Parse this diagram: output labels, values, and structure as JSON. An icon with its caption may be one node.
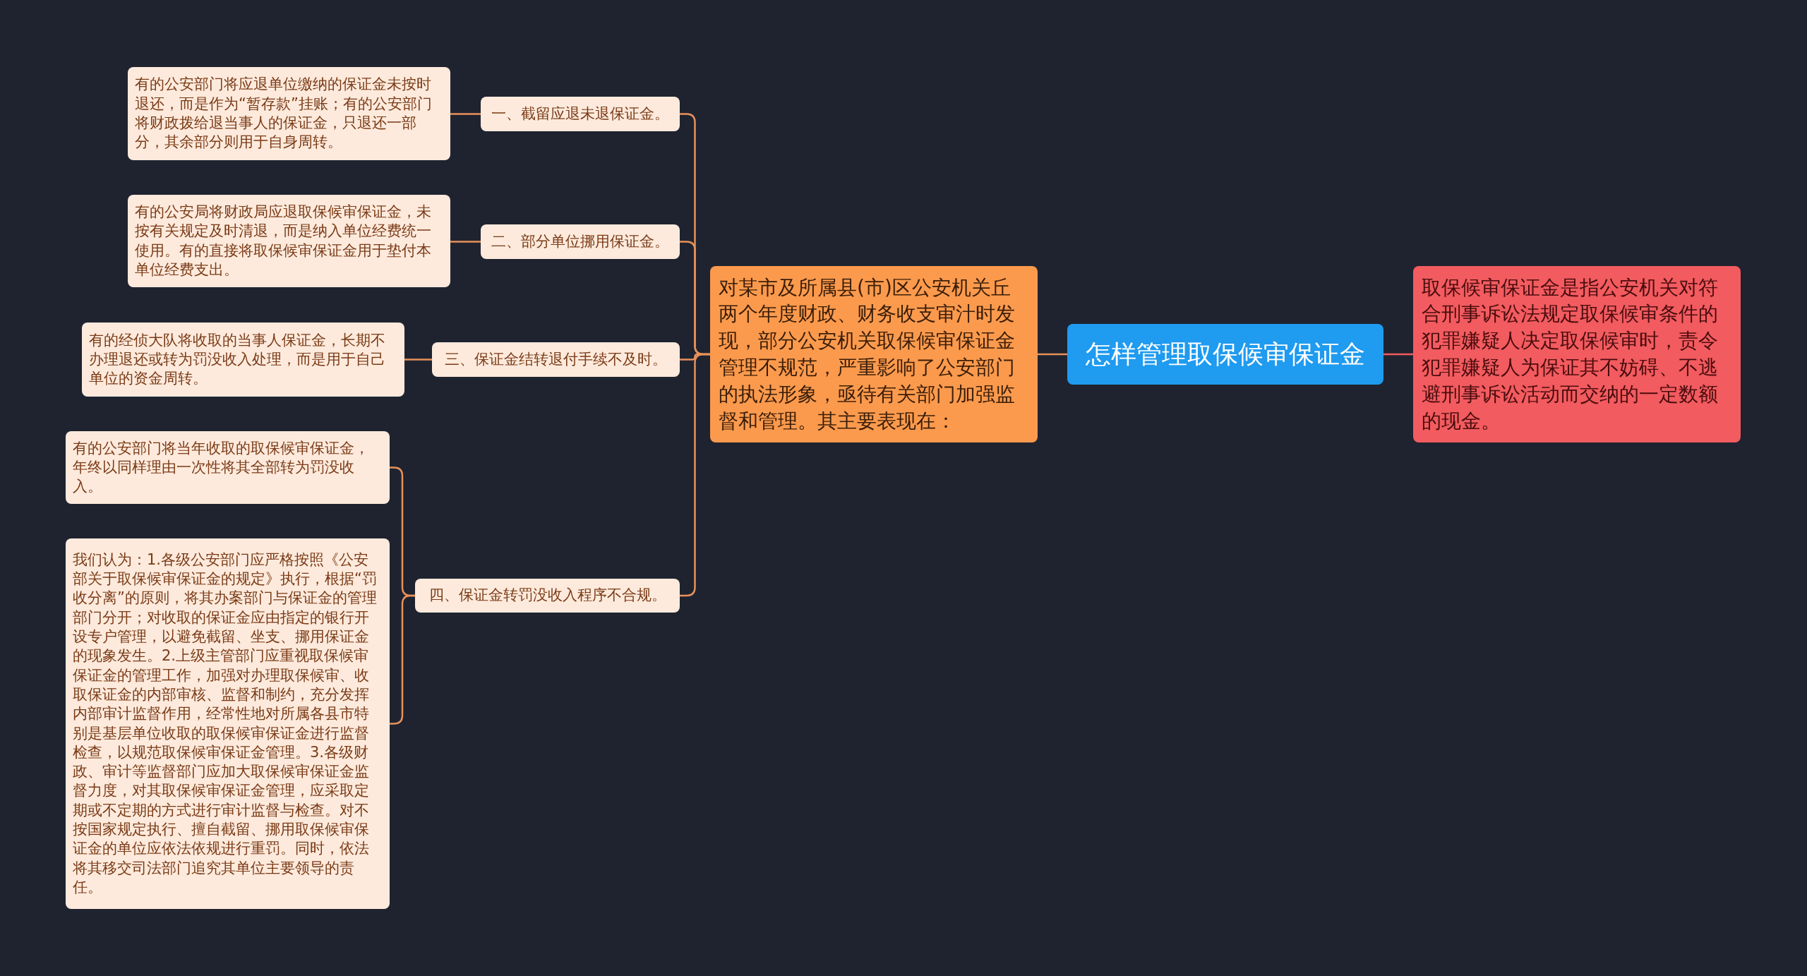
{
  "diagram": {
    "nodes": [
      {
        "text": [
          "怎样管理取保候审保证金"
        ]
      },
      {
        "text": [
          "对某市及所属县(市)区公安机关丘两个年度财政、财务收支审汁时发现，部分公安机关取保候审保证金管理不规范，严重影响了公安部门的执法形象，亟待有关部门加强监督和管理。其主要表现在："
        ]
      },
      {
        "text": [
          "取保候审保证金是指公安机关对符合刑事诉讼法规定取保候审条件的犯罪嫌疑人决定取保候审时，责令犯罪嫌疑人为保证其不妨碍、不逃避刑事诉讼活动而交纳的一定数额的现金。"
        ]
      },
      {
        "text": [
          "一、截留应退未退保证金。"
        ]
      },
      {
        "text": [
          "有的公安部门将应退单位缴纳的保证金未按时退还，而是作为“暂存款”挂账；有的公安部门将财政拨给退当事人的保证金，只退还一部分，其余部分则用于自身周转。"
        ]
      },
      {
        "text": [
          "二、部分单位挪用保证金。"
        ]
      },
      {
        "text": [
          "有的公安局将财政局应退取保候审保证金，未按有关规定及时清退，而是纳入单位经费统一使用。有的直接将取保候审保证金用于垫付本单位经费支出。"
        ]
      },
      {
        "text": [
          "三、保证金结转退付手续不及时。"
        ]
      },
      {
        "text": [
          "有的经侦大队将收取的当事人保证金，长期不办理退还或转为罚没收入处理，而是用于自己单位的资金周转。"
        ]
      },
      {
        "text": [
          "四、保证金转罚没收入程序不合规。"
        ]
      },
      {
        "text": [
          "有的公安部门将当年收取的取保候审保证金，年终以同样理由一次性将其全部转为罚没收入。"
        ]
      },
      {
        "text": [
          "我们认为：1.各级公安部门应严格按照《公安部关于取保候审保证金的规定》执行，根据“罚收分离”的原则，将其办案部门与保证金的管理部门分开；对收取的保证金应由指定的银行开设专户管理，以避免截留、坐支、挪用保证金的现象发生。2.上级主管部门应重视取保候审保证金的管理工作，加强对办理取保候审、收取保证金的内部审核、监督和制约，充分发挥内部审计监督作用，经常性地对所属各县市特别是基层单位收取的取保候审保证金进行监督检查，以规范取保候审保证金管理。3.各级财政、审计等监督部门应加大取保候审保证金监督力度，对其取保候审保证金管理，应采取定期或不定期的方式进行审计监督与检查。对不按国家规定执行、擅自截留、挪用取保候审保证金的单位应依法依规进行重罚。同时，依法将其移交司法部门追究其单位主要领导的责任。"
        ]
      }
    ],
    "edges": [
      {
        "from": 0,
        "to": 1,
        "arrow": "none"
      },
      {
        "from": 0,
        "to": 2,
        "arrow": "none",
        "color": "#f25b5f"
      },
      {
        "from": 1,
        "to": 3,
        "arrow": "none"
      },
      {
        "from": 1,
        "to": 5,
        "arrow": "none"
      },
      {
        "from": 1,
        "to": 7,
        "arrow": "none"
      },
      {
        "from": 1,
        "to": 9,
        "arrow": "none"
      },
      {
        "from": 3,
        "to": 4,
        "arrow": "none"
      },
      {
        "from": 5,
        "to": 6,
        "arrow": "none"
      },
      {
        "from": 7,
        "to": 8,
        "arrow": "none"
      },
      {
        "from": 9,
        "to": 10,
        "arrow": "none"
      },
      {
        "from": 9,
        "to": 11,
        "arrow": "none"
      }
    ]
  }
}
